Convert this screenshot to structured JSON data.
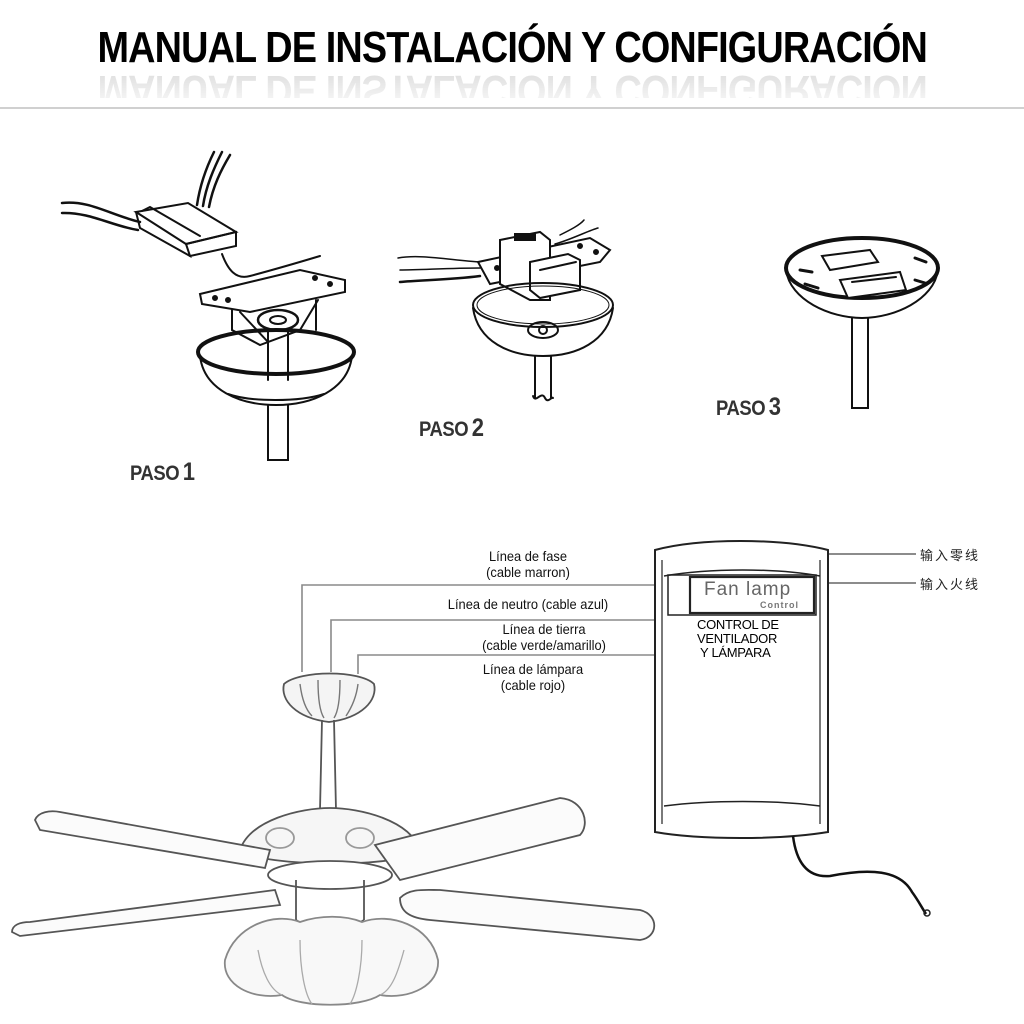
{
  "header": {
    "title": "MANUAL DE INSTALACIÓN Y CONFIGURACIÓN"
  },
  "steps": [
    {
      "label": "PASO",
      "number": "1"
    },
    {
      "label": "PASO",
      "number": "2"
    },
    {
      "label": "PASO",
      "number": "3"
    }
  ],
  "wiring": {
    "labels": [
      {
        "line1": "Línea de fase",
        "line2": "(cable marron)"
      },
      {
        "line1": "Línea de neutro (cable azul)"
      },
      {
        "line1": "Línea de tierra",
        "line2": "(cable verde/amarillo)"
      },
      {
        "line1": "Línea de lámpara",
        "line2": "(cable rojo)"
      }
    ]
  },
  "controller": {
    "screen_title": "Fan lamp",
    "screen_subtitle": "Control",
    "label_lines": [
      "CONTROL DE",
      "VENTILADOR",
      "Y LÁMPARA"
    ],
    "inputs": [
      {
        "label": "输入零线"
      },
      {
        "label": "输入火线"
      }
    ]
  },
  "colors": {
    "ink": "#111111",
    "wire_gray": "#8a8a8a",
    "rule": "#d0d0d0"
  }
}
